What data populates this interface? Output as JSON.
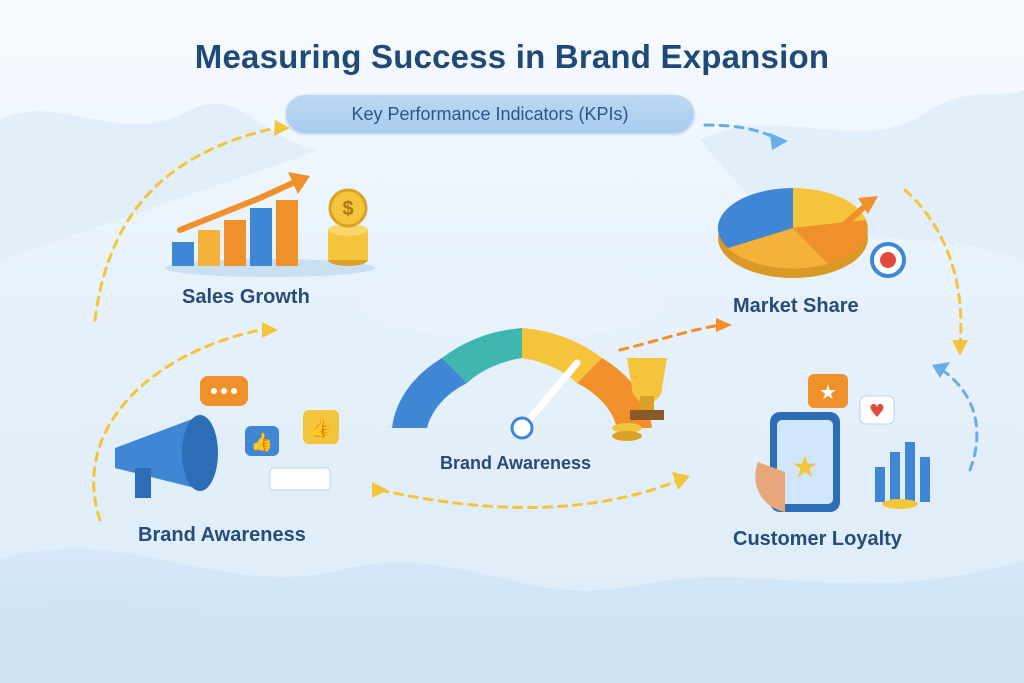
{
  "header": {
    "title": "Measuring Success in Brand Expansion",
    "subtitle": "Key Performance Indicators (KPIs)"
  },
  "kpis": [
    {
      "label": "Sales Growth",
      "icon": "bar-chart-coins-icon"
    },
    {
      "label": "Market Share",
      "icon": "pie-chart-target-icon"
    },
    {
      "label": "Brand Awareness",
      "icon": "speedometer-trophy-icon"
    },
    {
      "label": "Brand Awareness",
      "icon": "megaphone-likes-icon"
    },
    {
      "label": "Customer Loyalty",
      "icon": "phone-rating-icon"
    }
  ],
  "colors": {
    "title": "#1f4a78",
    "pill": "#b4d3f1",
    "orange": "#f0902a",
    "gold": "#f4c43a",
    "blue": "#3f86d4",
    "teal": "#3fb7b0"
  }
}
